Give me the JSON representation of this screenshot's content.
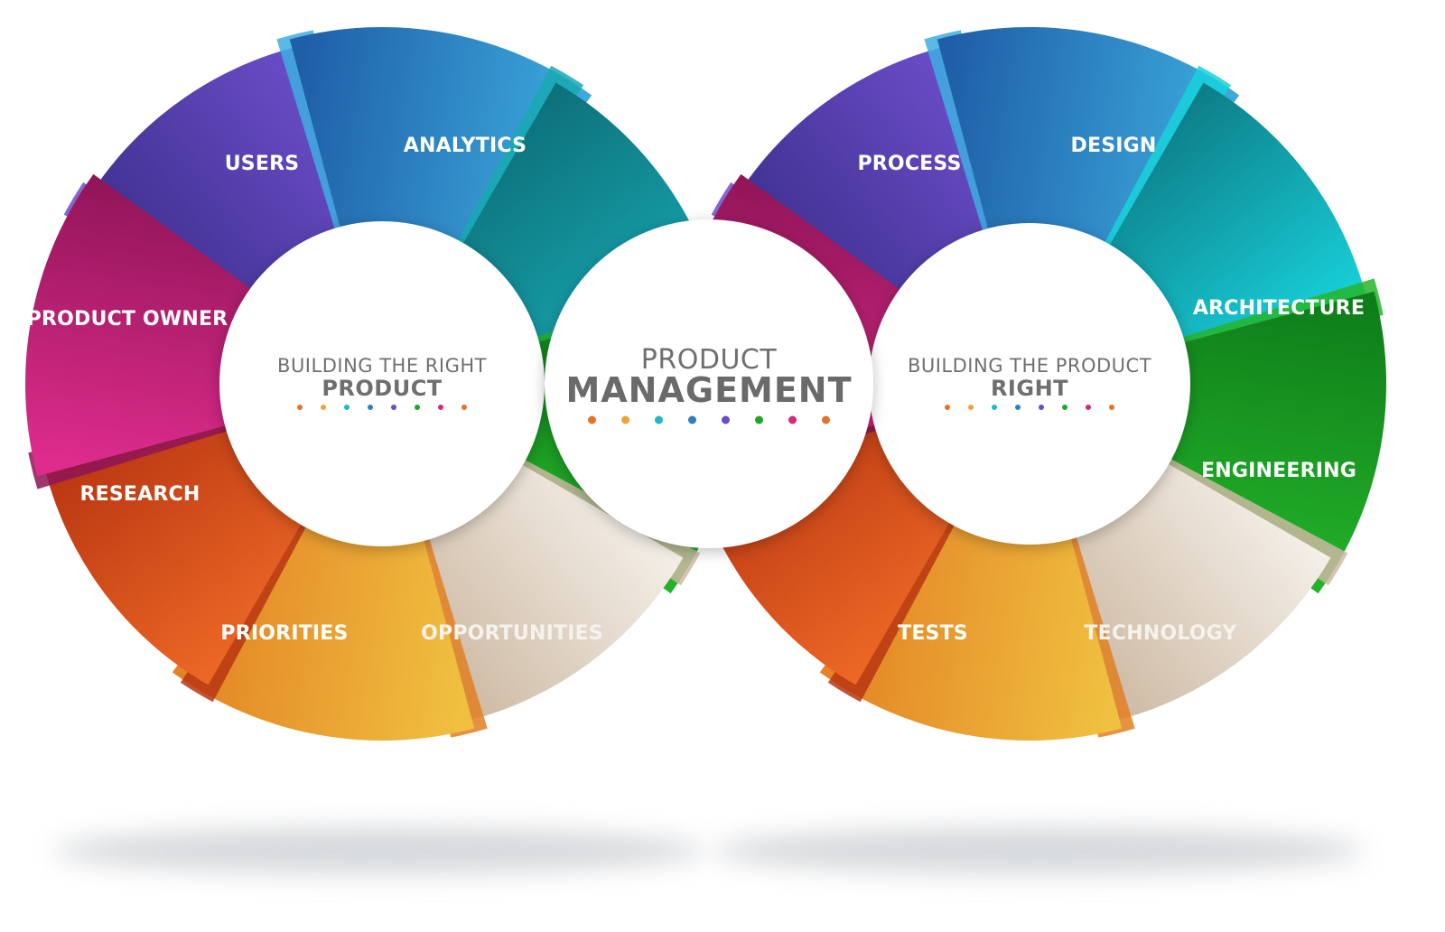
{
  "center": {
    "line1": "PRODUCT",
    "line2": "MANAGEMENT",
    "dot_colors": [
      "#e8702a",
      "#f0a23a",
      "#1fb8c4",
      "#2f7fc4",
      "#6a4bc8",
      "#1ea82a",
      "#d6287e",
      "#e8702a"
    ]
  },
  "left_wheel": {
    "hub_line1": "BUILDING THE RIGHT",
    "hub_line2": "PRODUCT",
    "segments": [
      {
        "label": "USERS",
        "color_a": "#3d2f8c",
        "color_b": "#6b4dc9"
      },
      {
        "label": "ANALYTICS",
        "color_a": "#1f5fa8",
        "color_b": "#3eaee0"
      },
      {
        "label": "",
        "color_a": "#0d6e77",
        "color_b": "#17a9b3"
      },
      {
        "label": "",
        "color_a": "#0f7e1a",
        "color_b": "#25b52a"
      },
      {
        "label": "OPPORTUNITIES",
        "color_a": "#f6f2ec",
        "color_b": "#cdb9a2"
      },
      {
        "label": "PRIORITIES",
        "color_a": "#f0c040",
        "color_b": "#e27f22"
      },
      {
        "label": "RESEARCH",
        "color_a": "#ef6a26",
        "color_b": "#b83512"
      },
      {
        "label": "PRODUCT OWNER",
        "color_a": "#de2c8c",
        "color_b": "#8e1456"
      }
    ]
  },
  "right_wheel": {
    "hub_line1": "BUILDING THE PRODUCT",
    "hub_line2": "RIGHT",
    "segments": [
      {
        "label": "PROCESS",
        "color_a": "#3d2f8c",
        "color_b": "#6b4dc9"
      },
      {
        "label": "DESIGN",
        "color_a": "#1f5fa8",
        "color_b": "#3eaee0"
      },
      {
        "label": "ARCHITECTURE",
        "color_a": "#0d7a84",
        "color_b": "#18d2dc"
      },
      {
        "label": "ENGINEERING",
        "color_a": "#0f7e1a",
        "color_b": "#25b52a"
      },
      {
        "label": "TECHNOLOGY",
        "color_a": "#f6f2ec",
        "color_b": "#cdb9a2"
      },
      {
        "label": "TESTS",
        "color_a": "#f0c040",
        "color_b": "#e27f22"
      },
      {
        "label": "",
        "color_a": "#ef6a26",
        "color_b": "#b83512"
      },
      {
        "label": "",
        "color_a": "#de2c8c",
        "color_b": "#8e1456"
      }
    ]
  }
}
